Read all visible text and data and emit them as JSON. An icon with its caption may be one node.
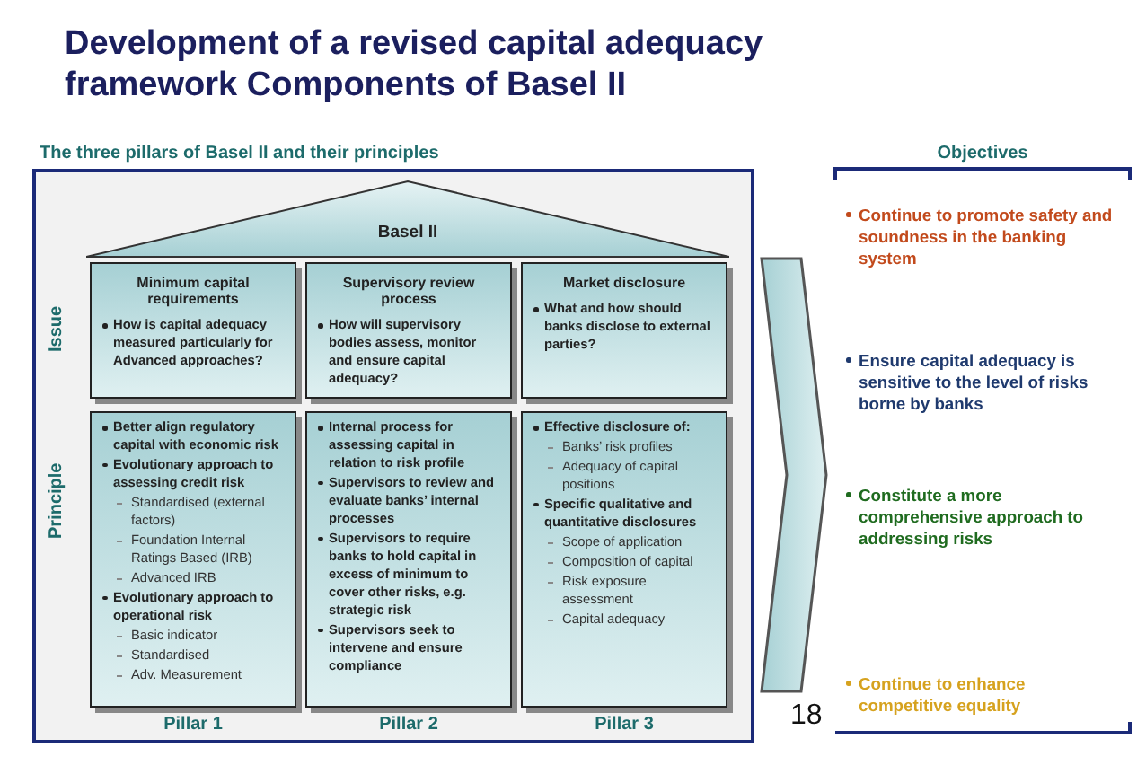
{
  "diagram": {
    "title": "Development of a revised capital adequacy framework Components of Basel II",
    "nodes": [
      {
        "text": [
          "The three pillars of Basel II and their principles"
        ]
      },
      {
        "text": [
          "Basel II"
        ],
        "in": 0
      },
      {
        "text": [
          "Minimum capital requirements",
          "How is capital adequacy measured particularly for Advanced approaches?"
        ],
        "in": 0
      },
      {
        "text": [
          "Supervisory review process",
          "How will supervisory bodies assess, monitor and ensure capital adequacy?"
        ],
        "in": 0
      },
      {
        "text": [
          "Market disclosure",
          "What and how should banks disclose to external parties?"
        ],
        "in": 0
      },
      {
        "text": [
          "Better align regulatory capital with economic risk",
          "Evolutionary approach to assessing credit risk",
          "Standardised (external factors)",
          "Foundation Internal Ratings Based (IRB)",
          "Advanced IRB",
          "Evolutionary approach to operational risk",
          "Basic indicator",
          "Standardised",
          "Adv. Measurement"
        ],
        "in": 0,
        "beside": [
          "Pillar 1"
        ]
      },
      {
        "text": [
          "Internal process for assessing capital in relation to risk profile",
          "Supervisors to review and evaluate banks’ internal processes",
          "Supervisors to require banks to hold capital in excess of minimum to cover other risks, e.g. strategic risk",
          "Supervisors seek to intervene and ensure compliance"
        ],
        "in": 0,
        "beside": [
          "Pillar 2"
        ]
      },
      {
        "text": [
          "Effective disclosure of:",
          "Banks’ risk profiles",
          "Adequacy of capital positions",
          "Specific qualitative and quantitative disclosures",
          "Scope of application",
          "Composition of capital",
          "Risk exposure assessment",
          "Capital adequacy"
        ],
        "in": 0,
        "beside": [
          "Pillar 3"
        ]
      },
      {
        "text": [
          "Objectives",
          "Continue to promote safety and soundness in the banking system",
          "Ensure capital adequacy is sensitive to the level of risks borne by banks",
          "Constitute a more comprehensive approach to addressing risks",
          "Continue to enhance competitive equality"
        ]
      }
    ],
    "edges": [
      {
        "from": 0,
        "to": 8,
        "arrow": "to"
      }
    ],
    "labels": [
      "Issue",
      "Principle",
      "18"
    ]
  }
}
